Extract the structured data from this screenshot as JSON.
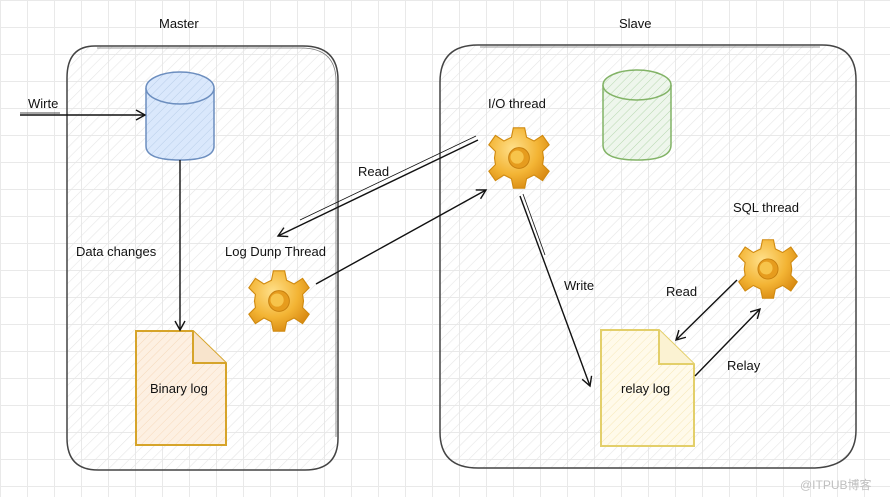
{
  "master": {
    "title": "Master",
    "write_label": "Wirte",
    "data_changes_label": "Data changes",
    "dump_thread_label": "Log Dunp Thread",
    "binary_log_label": "Binary log",
    "db_icon": "database-icon",
    "thread_icon": "gear-icon",
    "db_color": "#6c8ebf",
    "db_fill": "#dae8fc"
  },
  "slave": {
    "title": "Slave",
    "io_thread_label": "I/O thread",
    "sql_thread_label": "SQL thread",
    "relay_log_label": "relay log",
    "db_color": "#82b366",
    "db_fill": "#d5e8d4"
  },
  "edges": {
    "read_dump": "Read",
    "write_relay": "Write",
    "read_sql": "Read",
    "relay": "Relay"
  },
  "colors": {
    "binary_log_stroke": "#d6a42a",
    "binary_log_fill": "#fdeedd",
    "relay_log_stroke": "#e3cf6a",
    "relay_log_fill": "#fff8dc",
    "gear": "#f2b632"
  },
  "watermark": "@ITPUB博客"
}
